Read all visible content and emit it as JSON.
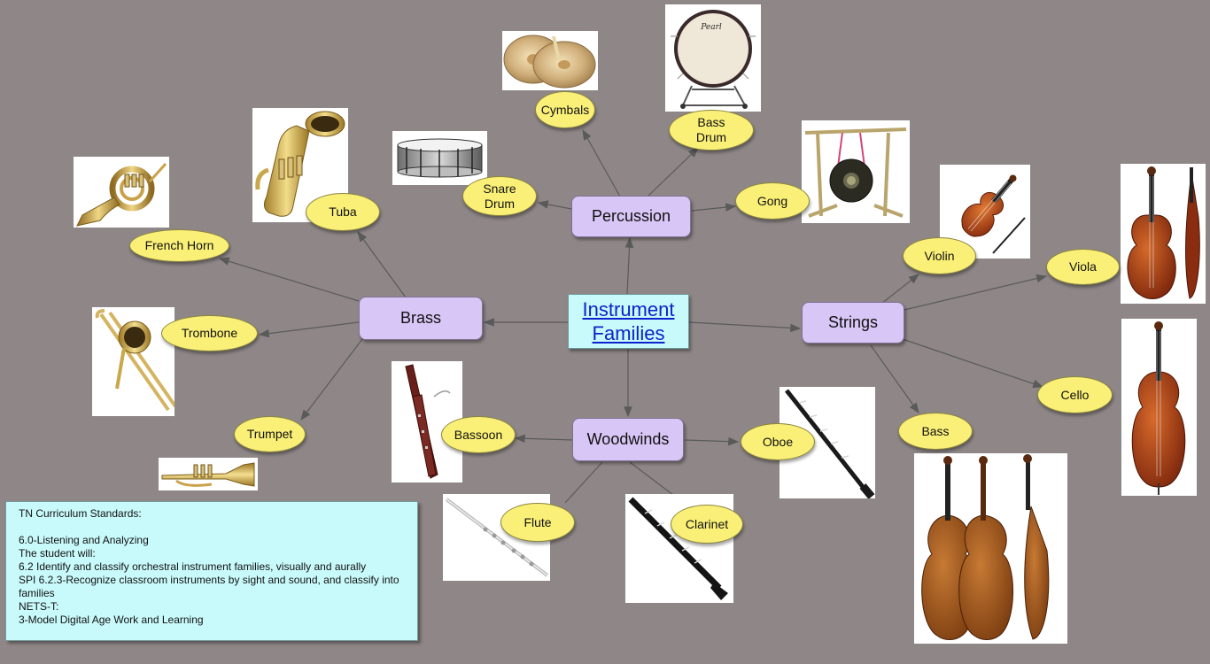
{
  "root": {
    "label": "Instrument\nFamilies"
  },
  "families": {
    "percussion": "Percussion",
    "brass": "Brass",
    "strings": "Strings",
    "woodwinds": "Woodwinds"
  },
  "instruments": {
    "cymbals": "Cymbals",
    "bass_drum": "Bass\nDrum",
    "snare_drum": "Snare\nDrum",
    "gong": "Gong",
    "tuba": "Tuba",
    "french_horn": "French Horn",
    "trombone": "Trombone",
    "trumpet": "Trumpet",
    "violin": "Violin",
    "viola": "Viola",
    "cello": "Cello",
    "bass": "Bass",
    "bassoon": "Bassoon",
    "oboe": "Oboe",
    "flute": "Flute",
    "clarinet": "Clarinet"
  },
  "logos": {
    "drum_brand": "Pearl"
  },
  "standards": {
    "lines": [
      "TN Curriculum Standards:",
      "",
      "6.0-Listening and Analyzing",
      "The student will:",
      "6.2 Identify and classify orchestral instrument families, visually and aurally",
      "SPI 6.2.3-Recognize classroom instruments by sight and sound, and classify into",
      "families",
      "NETS-T:",
      "3-Model Digital Age Work and Learning"
    ]
  },
  "colors": {
    "background": "#8f8787",
    "family_node": "#d8c6f6",
    "instrument_node": "#faf078",
    "root_node": "#c9fafb",
    "link_text": "#0b22cc",
    "connector": "#5a5a5a"
  }
}
